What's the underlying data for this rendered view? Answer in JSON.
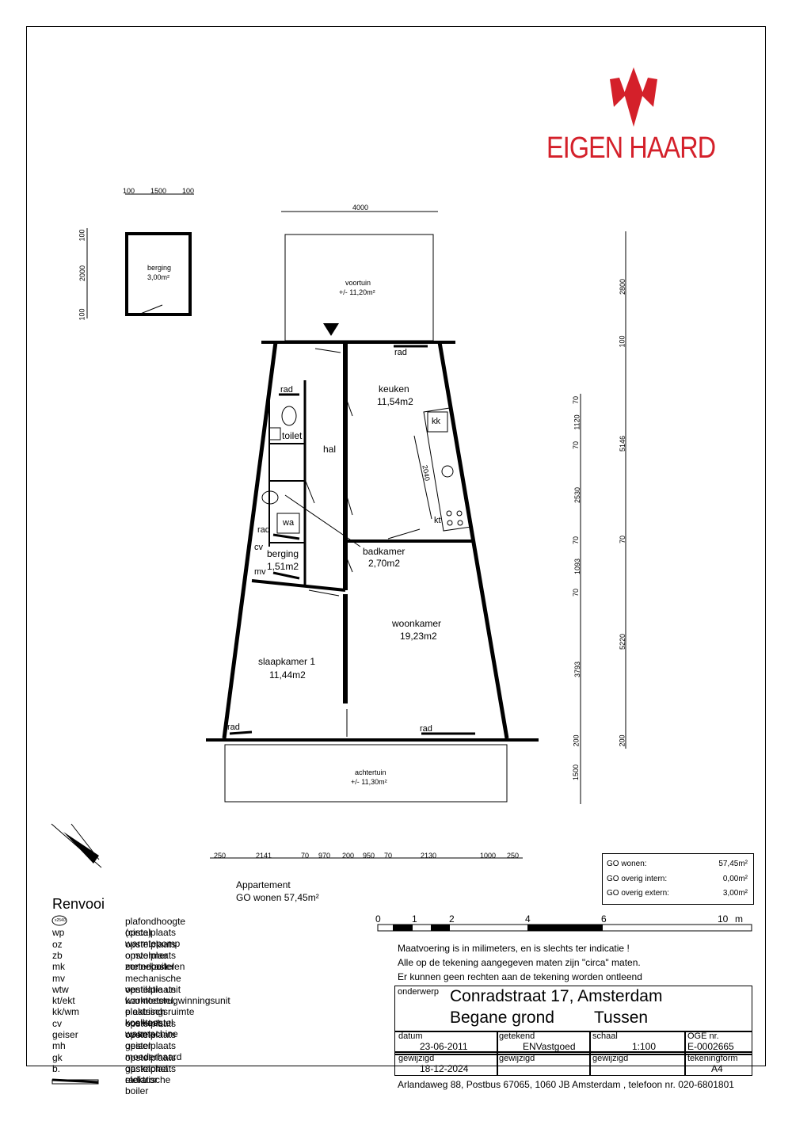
{
  "logo": {
    "brand": "EIGEN HAARD",
    "color": "#d4202a"
  },
  "rooms": {
    "voortuin": {
      "name": "voortuin",
      "area": "+/- 11,20m²"
    },
    "berging_ext": {
      "name": "berging",
      "area": "3,00m²"
    },
    "keuken": {
      "name": "keuken",
      "area": "11,54m2"
    },
    "hal": {
      "name": "hal"
    },
    "toilet": {
      "name": "toilet"
    },
    "berging": {
      "name": "berging",
      "area": "1,51m2"
    },
    "badkamer": {
      "name": "badkamer",
      "area": "2,70m2"
    },
    "woonkamer": {
      "name": "woonkamer",
      "area": "19,23m2"
    },
    "slaapkamer": {
      "name": "slaapkamer 1",
      "area": "11,44m2"
    },
    "achtertuin": {
      "name": "achtertuin",
      "area": "+/- 11,30m²"
    }
  },
  "fixtures": {
    "rad": "rad",
    "kk": "kk",
    "kt": "kt",
    "wa": "wa",
    "cv": "cv",
    "mv": "mv",
    "dim_2040": "2040"
  },
  "dims": {
    "ext_top": [
      "100",
      "1500",
      "100"
    ],
    "ext_left": [
      "100",
      "2000",
      "100"
    ],
    "top_width": "4000",
    "right_outer": [
      "2800",
      "100",
      "5146",
      "70",
      "5220",
      "200"
    ],
    "right_inner": [
      "70",
      "1120",
      "70",
      "2530",
      "70",
      "1093",
      "70",
      "3793",
      "200",
      "1500"
    ],
    "bottom": [
      "250",
      "2141",
      "70",
      "970",
      "200",
      "950",
      "70",
      "2130",
      "1000",
      "250"
    ]
  },
  "appartement": {
    "line1": "Appartement",
    "line2": "GO wonen 57,45m²"
  },
  "go_box": [
    {
      "label": "GO wonen:",
      "value": "57,45m²"
    },
    {
      "label": "GO overig intern:",
      "value": "0,00m²"
    },
    {
      "label": "GO overig extern:",
      "value": "3,00m²"
    }
  ],
  "renvooi": {
    "title": "Renvooi",
    "ceiling_symbol": "x2540",
    "items": [
      {
        "key": "",
        "value": "plafondhoogte (circa)"
      },
      {
        "key": "wp",
        "value": "opstelplaats warmtepomp"
      },
      {
        "key": "oz",
        "value": "opstelplaats omvormer zonnepanelen"
      },
      {
        "key": "zb",
        "value": "opstelplaats zonneboiler"
      },
      {
        "key": "mk",
        "value": "meterkast"
      },
      {
        "key": "mv",
        "value": "mechanische ventilatie unit"
      },
      {
        "key": "wtw",
        "value": "opstelplaats warmteterugwinningsunit"
      },
      {
        "key": "kt/ekt",
        "value": "kooktoestel, elektrisch kooktoestel"
      },
      {
        "key": "kk/wm",
        "value": "plaatsingsruimte koelkast, wasmachine"
      },
      {
        "key": "cv",
        "value": "opstelplaats cv-ketel"
      },
      {
        "key": "geiser",
        "value": "opstelplaats geiser"
      },
      {
        "key": "mh",
        "value": "opstelplaats moederhaard"
      },
      {
        "key": "gk",
        "value": "opstelplaats gaskachel"
      },
      {
        "key": "b.",
        "value": "opstelplaats elektrische boiler"
      },
      {
        "key": "",
        "value": "radiator"
      }
    ]
  },
  "scale_bar": {
    "labels": [
      "0",
      "1",
      "2",
      "4",
      "6",
      "10",
      "m"
    ]
  },
  "notes": [
    "Maatvoering is in milimeters, en is slechts ter indicatie !",
    "Alle op de tekening aangegeven maten zijn \"circa\" maten.",
    "Er kunnen geen rechten aan de tekening worden ontleend"
  ],
  "title_block": {
    "onderwerp_label": "onderwerp",
    "address": "Conradstraat 17, Amsterdam",
    "floor": "Begane grond",
    "position": "Tussen",
    "datum_label": "datum",
    "datum": "23-06-2011",
    "getekend_label": "getekend",
    "getekend": "ENVastgoed",
    "schaal_label": "schaal",
    "schaal": "1:100",
    "oge_label": "OGE nr.",
    "oge": "E-0002665",
    "gewijzigd_label": "gewijzigd",
    "gewijzigd": "18-12-2024",
    "gewijzigd2_label": "gewijzigd",
    "gewijzigd3_label": "gewijzigd",
    "tekeningform_label": "tekeningform",
    "tekeningform": "A4",
    "footer": "Arlandaweg 88, Postbus 67065, 1060 JB Amsterdam , telefoon nr. 020-6801801"
  }
}
